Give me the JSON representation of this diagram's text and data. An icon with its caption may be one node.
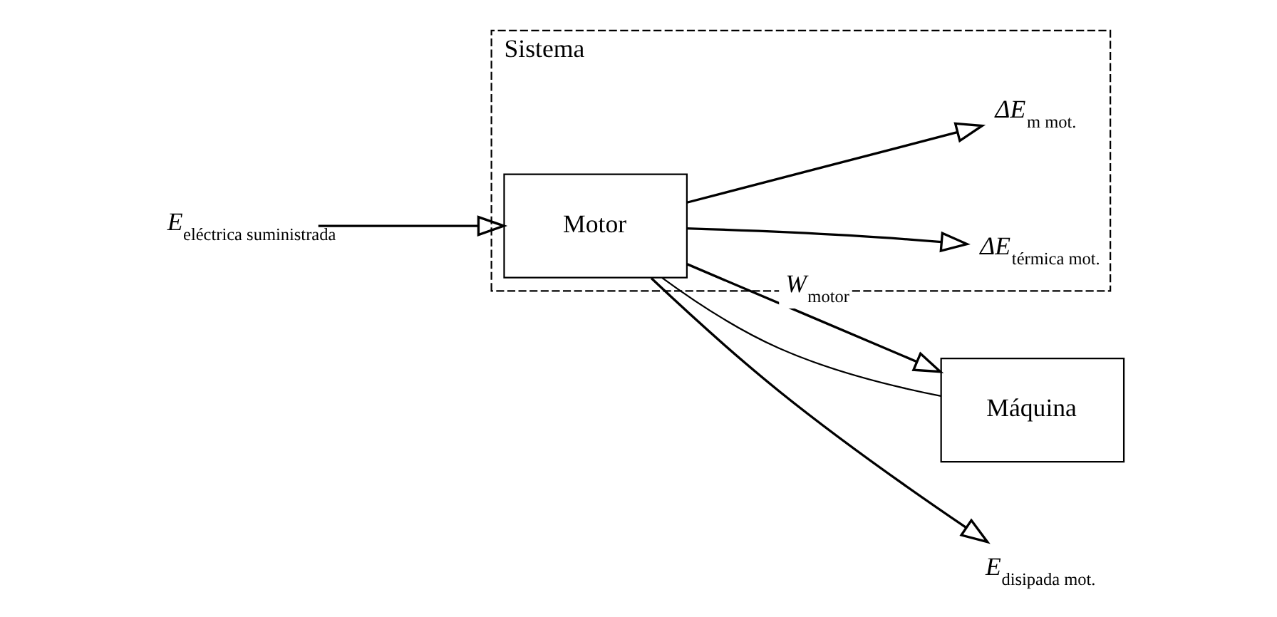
{
  "diagram": {
    "nodes": [
      {
        "text": [
          "Sistema"
        ]
      },
      {
        "text": [
          "Motor"
        ],
        "in": 0
      },
      {
        "text": [
          "Máquina"
        ]
      },
      {
        "text": [
          "*ΔE*$_{térmica mot.}$"
        ],
        "in": 0
      },
      {
        "text": [
          "*ΔE*$_{m mot.}$"
        ],
        "in": 0
      },
      {
        "text": [
          "*E*$_{eléctrica suministrada}$"
        ]
      },
      {
        "text": [
          "*E*$_{disipada mot.}$"
        ]
      }
    ],
    "edges": [
      {
        "from": 5,
        "to": 1,
        "arrow": "to"
      },
      {
        "from": 1,
        "to": 3,
        "arrow": "to"
      },
      {
        "from": 1,
        "to": 4,
        "arrow": "to"
      },
      {
        "from": 1,
        "to": 2,
        "arrow": "to",
        "label": "*W*$_{motor}$"
      },
      {
        "from": 1,
        "to": 2,
        "arrow": "none"
      },
      {
        "from": 1,
        "to": 6,
        "arrow": "to"
      }
    ]
  }
}
